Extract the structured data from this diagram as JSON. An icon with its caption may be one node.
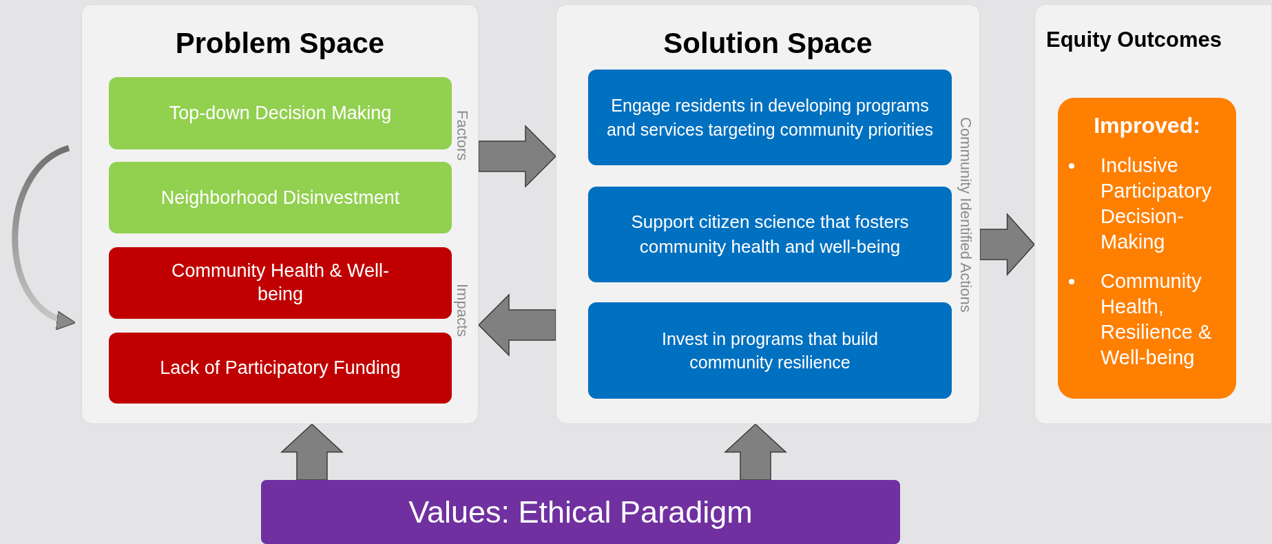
{
  "diagram": {
    "nodes": [
      {
        "text": [
          "Problem Space"
        ]
      },
      {
        "text": [
          "Top-down Decision Making"
        ],
        "in": 0
      },
      {
        "text": [
          "Neighborhood Disinvestment"
        ],
        "in": 0
      },
      {
        "text": [
          "Community Health & Well-being"
        ],
        "in": 0
      },
      {
        "text": [
          "Lack of Participatory Funding"
        ],
        "in": 0
      },
      {
        "text": [
          "Solution Space"
        ]
      },
      {
        "text": [
          "Engage residents in developing programs and services targeting community priorities"
        ],
        "in": 5
      },
      {
        "text": [
          "Support citizen science that fosters community health and well-being"
        ],
        "in": 5
      },
      {
        "text": [
          "Invest in programs that build community resilience"
        ],
        "in": 5
      },
      {
        "text": [
          "Equity Outcomes"
        ]
      },
      {
        "text": [
          "Improved:",
          "Inclusive Participatory Decision-Making",
          "Community Health, Resilience & Well-being"
        ],
        "in": 9
      },
      {
        "text": [
          "Values: Ethical Paradigm"
        ]
      }
    ],
    "edges": [
      {
        "from": 0,
        "to": 5,
        "arrow": "to"
      },
      {
        "from": 5,
        "to": 0,
        "arrow": "to"
      },
      {
        "from": 5,
        "to": 9,
        "arrow": "to"
      },
      {
        "from": 11,
        "to": 0,
        "arrow": "to"
      },
      {
        "from": 11,
        "to": 5,
        "arrow": "to"
      },
      {
        "from": null,
        "to": 0,
        "arrow": "to"
      }
    ],
    "labels": [
      "Factors",
      "Impacts",
      "Community Identified Actions"
    ]
  }
}
